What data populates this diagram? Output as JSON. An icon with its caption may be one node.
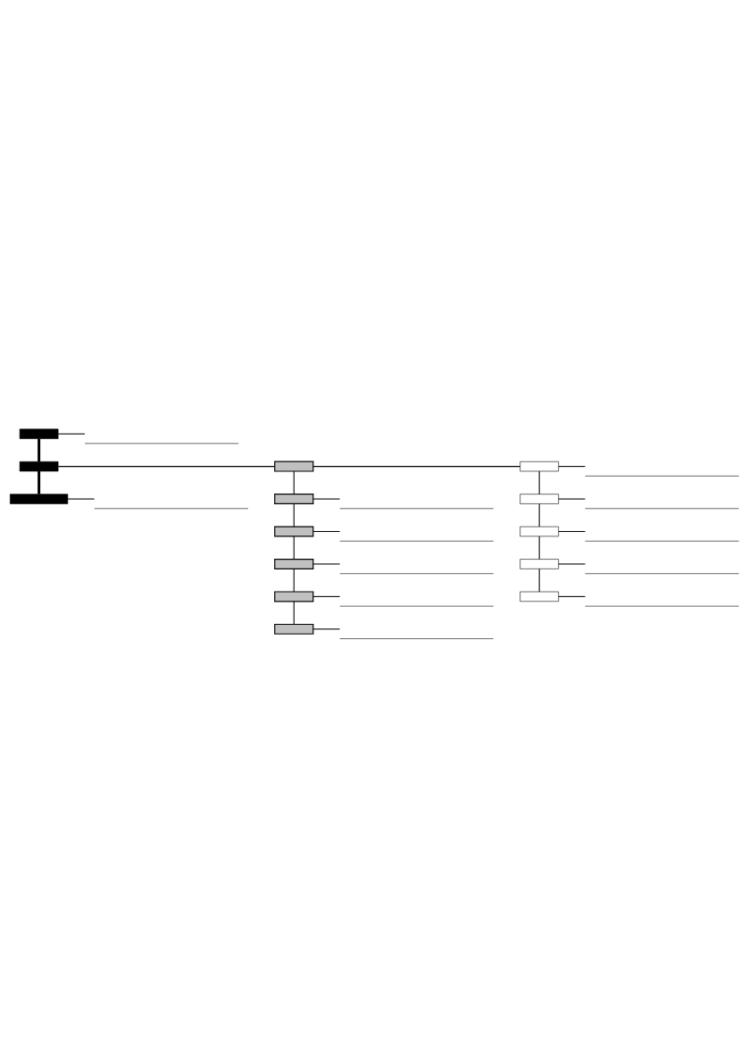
{
  "diagram": {
    "nodes": [
      {
        "text": [],
        "shape": "box"
      },
      {
        "text": [],
        "shape": "bracket"
      },
      {
        "text": [],
        "shape": "box"
      },
      {
        "text": [],
        "shape": "box"
      },
      {
        "text": [],
        "shape": "box"
      },
      {
        "text": [],
        "shape": "bracket"
      },
      {
        "text": [],
        "shape": "box"
      },
      {
        "text": [],
        "shape": "bracket"
      },
      {
        "text": [],
        "shape": "box"
      },
      {
        "text": [],
        "shape": "bracket"
      },
      {
        "text": [],
        "shape": "box"
      },
      {
        "text": [],
        "shape": "bracket"
      },
      {
        "text": [],
        "shape": "box"
      },
      {
        "text": [],
        "shape": "bracket"
      },
      {
        "text": [],
        "shape": "box"
      },
      {
        "text": [],
        "shape": "bracket"
      },
      {
        "text": [],
        "shape": "box"
      },
      {
        "text": [],
        "shape": "bracket"
      },
      {
        "text": [],
        "shape": "box"
      },
      {
        "text": [],
        "shape": "bracket"
      },
      {
        "text": [],
        "shape": "box"
      },
      {
        "text": [],
        "shape": "bracket"
      },
      {
        "text": [],
        "shape": "box"
      },
      {
        "text": [],
        "shape": "bracket"
      },
      {
        "text": [],
        "shape": "box"
      },
      {
        "text": [],
        "shape": "bracket"
      }
    ],
    "edges": [
      {
        "from": 0,
        "to": 1,
        "arrow": "none"
      },
      {
        "from": 0,
        "to": 2,
        "arrow": "none",
        "style": "thick"
      },
      {
        "from": 2,
        "to": 3,
        "arrow": "none"
      },
      {
        "from": 3,
        "to": 4,
        "arrow": "none"
      },
      {
        "from": 4,
        "to": 5,
        "arrow": "none"
      },
      {
        "from": 4,
        "to": 6,
        "arrow": "none"
      },
      {
        "from": 6,
        "to": 7,
        "arrow": "none"
      },
      {
        "from": 6,
        "to": 8,
        "arrow": "none"
      },
      {
        "from": 8,
        "to": 9,
        "arrow": "none"
      },
      {
        "from": 8,
        "to": 10,
        "arrow": "none"
      },
      {
        "from": 10,
        "to": 11,
        "arrow": "none"
      },
      {
        "from": 10,
        "to": 12,
        "arrow": "none"
      },
      {
        "from": 12,
        "to": 13,
        "arrow": "none"
      },
      {
        "from": 3,
        "to": 14,
        "arrow": "none"
      },
      {
        "from": 14,
        "to": 15,
        "arrow": "none"
      },
      {
        "from": 14,
        "to": 16,
        "arrow": "none"
      },
      {
        "from": 16,
        "to": 17,
        "arrow": "none"
      },
      {
        "from": 16,
        "to": 18,
        "arrow": "none"
      },
      {
        "from": 18,
        "to": 19,
        "arrow": "none"
      },
      {
        "from": 18,
        "to": 20,
        "arrow": "none"
      },
      {
        "from": 20,
        "to": 21,
        "arrow": "none"
      },
      {
        "from": 20,
        "to": 22,
        "arrow": "none"
      },
      {
        "from": 22,
        "to": 23,
        "arrow": "none"
      },
      {
        "from": 2,
        "to": 24,
        "arrow": "none",
        "style": "thick"
      },
      {
        "from": 24,
        "to": 25,
        "arrow": "none"
      }
    ]
  }
}
